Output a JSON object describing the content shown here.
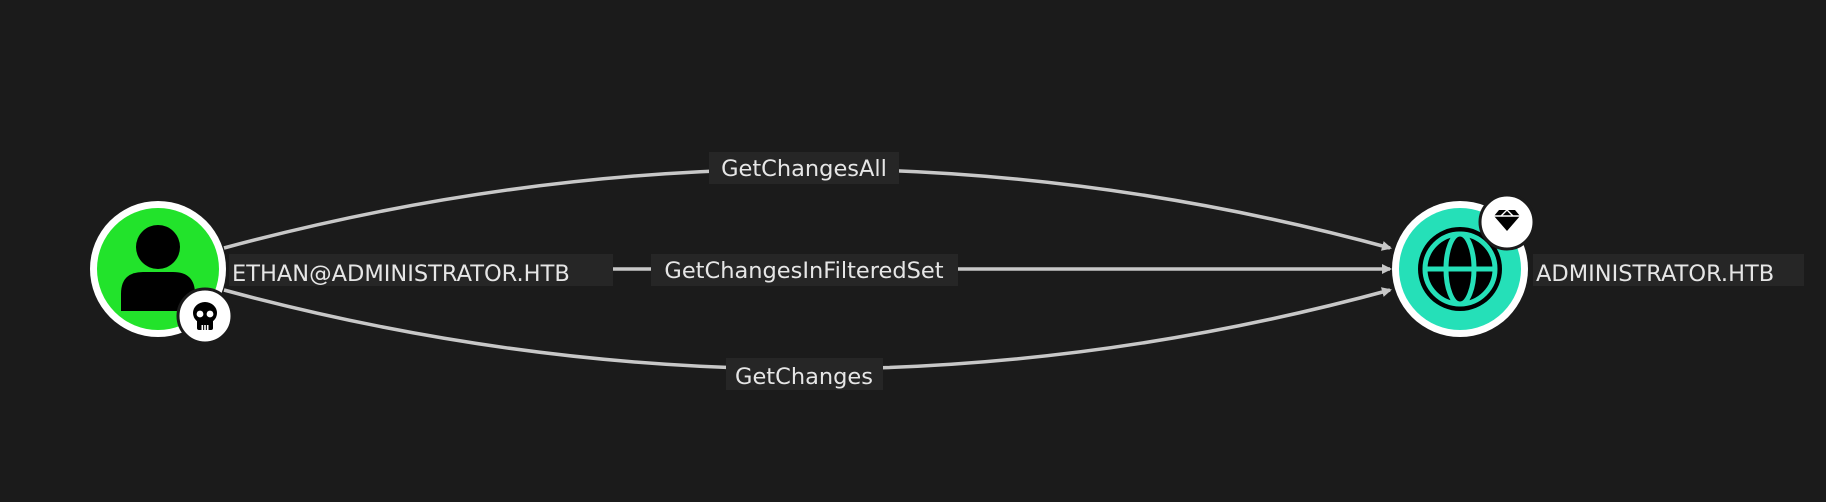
{
  "graph": {
    "nodes": [
      {
        "id": "user",
        "label": "ETHAN@ADMINISTRATOR.HTB",
        "icon": "user-icon",
        "badge_icon": "skull-icon",
        "color": "#22e32b"
      },
      {
        "id": "domain",
        "label": "ADMINISTRATOR.HTB",
        "icon": "globe-icon",
        "badge_icon": "gem-icon",
        "color": "#25e0b8"
      }
    ],
    "edges": [
      {
        "id": "e1",
        "label": "GetChangesAll",
        "source": "user",
        "target": "domain"
      },
      {
        "id": "e2",
        "label": "GetChangesInFilteredSet",
        "source": "user",
        "target": "domain"
      },
      {
        "id": "e3",
        "label": "GetChanges",
        "source": "user",
        "target": "domain"
      }
    ]
  },
  "colors": {
    "background": "#1b1b1b",
    "edge": "#c8c8c8",
    "label_background": "#262626",
    "label_text": "#e6e6e6"
  }
}
